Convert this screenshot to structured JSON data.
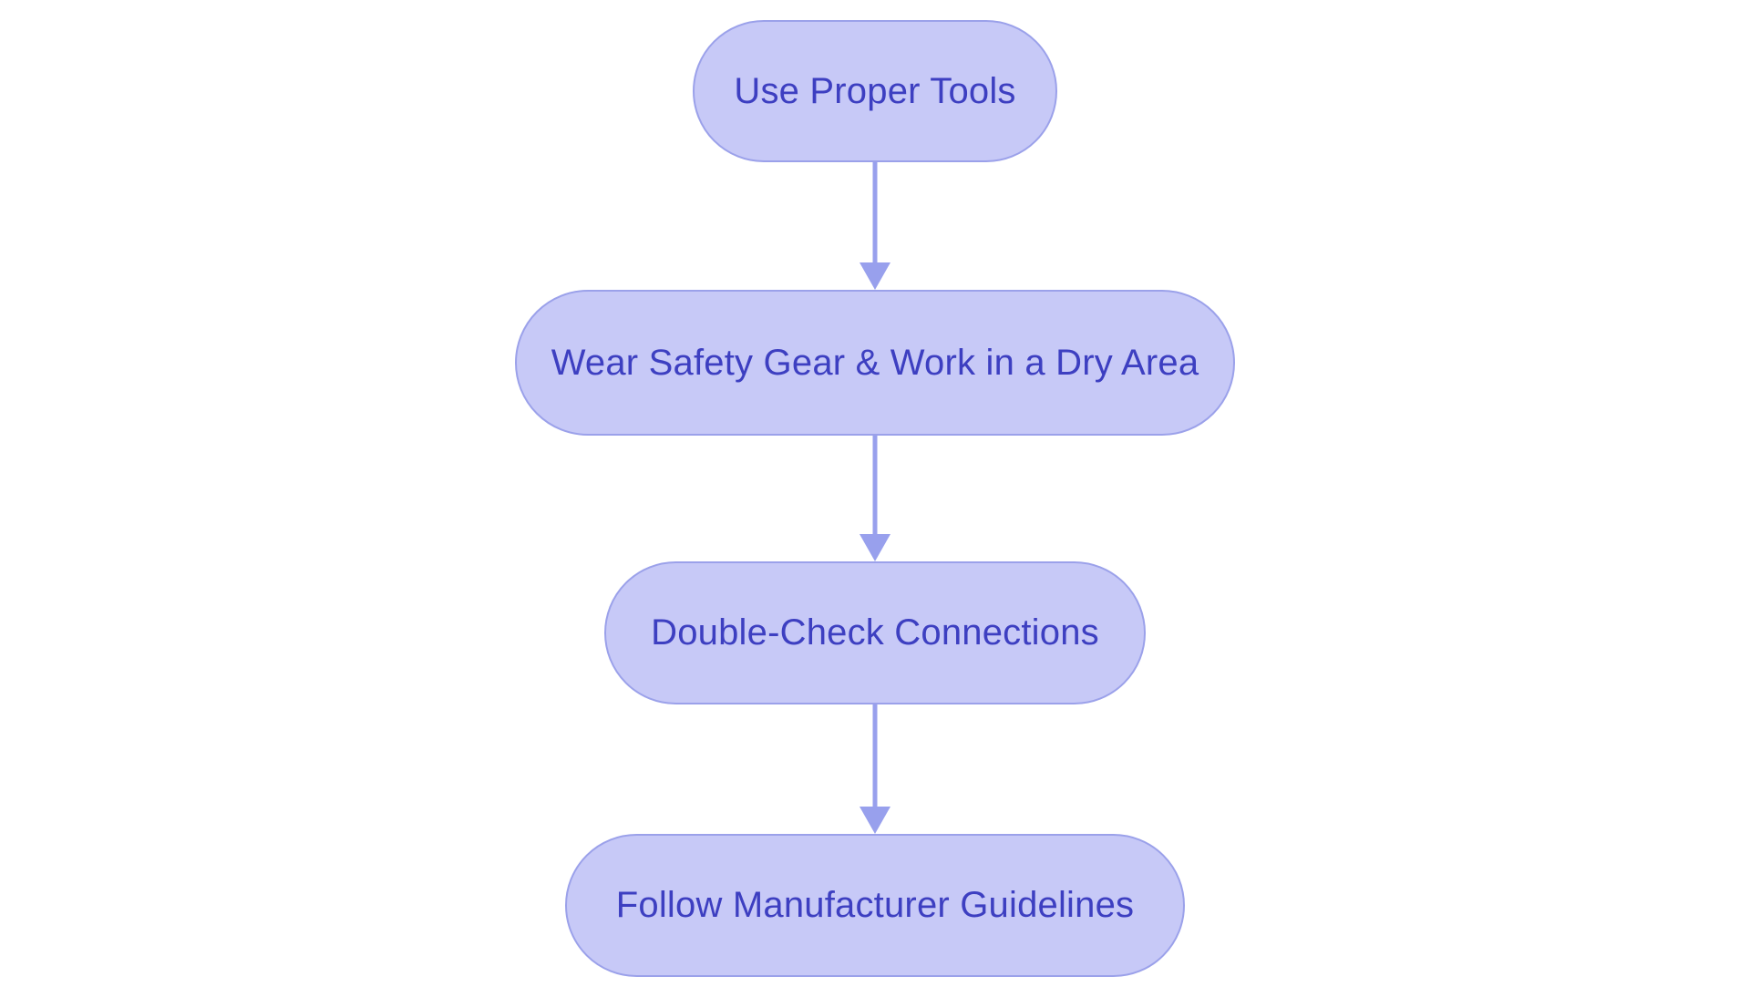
{
  "diagram": {
    "type": "flowchart",
    "direction": "top-down",
    "nodes": [
      {
        "id": "n1",
        "label": "Use Proper Tools"
      },
      {
        "id": "n2",
        "label": "Wear Safety Gear & Work in a Dry Area"
      },
      {
        "id": "n3",
        "label": "Double-Check Connections"
      },
      {
        "id": "n4",
        "label": "Follow Manufacturer Guidelines"
      }
    ],
    "edges": [
      {
        "from": "n1",
        "to": "n2",
        "style": "arrow-down"
      },
      {
        "from": "n2",
        "to": "n3",
        "style": "arrow-down"
      },
      {
        "from": "n3",
        "to": "n4",
        "style": "arrow-down"
      }
    ],
    "colors": {
      "background": "#ffffff",
      "node_fill": "#c7c9f7",
      "node_border": "#9ba1ea",
      "node_text": "#3d3fc1",
      "arrow": "#98a0ed"
    }
  }
}
